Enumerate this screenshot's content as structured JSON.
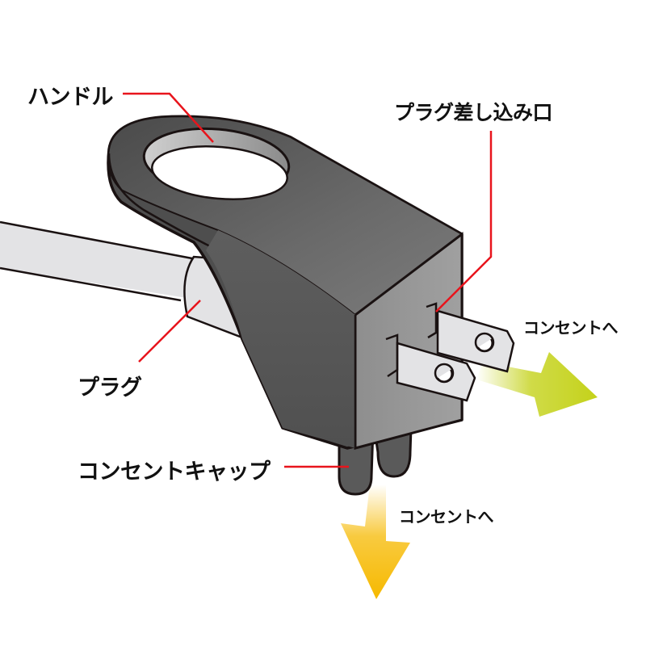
{
  "diagram": {
    "type": "product-illustration",
    "subject": "plug with handle and outlet socket",
    "colors": {
      "body": "#5a5a5a",
      "body_light": "#8a8a8a",
      "outline": "#1a1212",
      "cord": "#e3e3e5",
      "leader_line": "#e8141c",
      "arrow_right": "#c4d21a",
      "arrow_down": "#f6b900",
      "text": "#111111"
    }
  },
  "labels": {
    "handle": "ハンドル",
    "plug_socket": "プラグ差し込み口",
    "plug": "プラグ",
    "outlet_cap": "コンセントキャップ",
    "to_outlet_right": "コンセントへ",
    "to_outlet_down": "コンセントへ"
  }
}
